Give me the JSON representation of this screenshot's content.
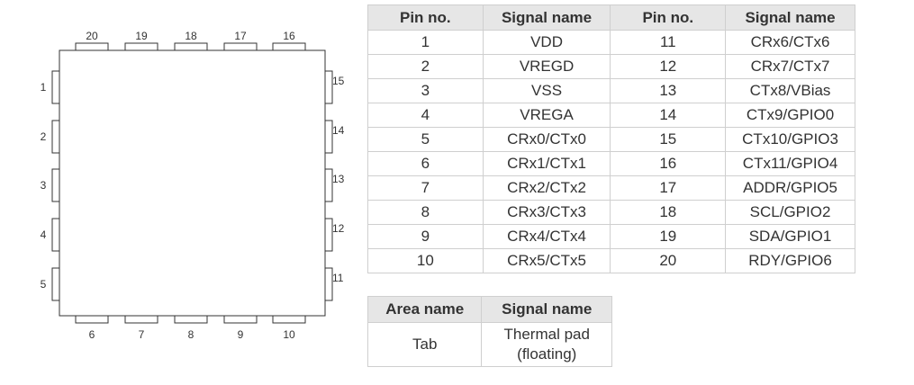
{
  "diagram": {
    "top_pins": [
      "20",
      "19",
      "18",
      "17",
      "16"
    ],
    "bottom_pins": [
      "6",
      "7",
      "8",
      "9",
      "10"
    ],
    "left_pins": [
      "1",
      "2",
      "3",
      "4",
      "5"
    ],
    "right_pins": [
      "15",
      "14",
      "13",
      "12",
      "11"
    ]
  },
  "pin_table": {
    "headers": [
      "Pin no.",
      "Signal name",
      "Pin no.",
      "Signal name"
    ],
    "rows": [
      [
        "1",
        "VDD",
        "11",
        "CRx6/CTx6"
      ],
      [
        "2",
        "VREGD",
        "12",
        "CRx7/CTx7"
      ],
      [
        "3",
        "VSS",
        "13",
        "CTx8/VBias"
      ],
      [
        "4",
        "VREGA",
        "14",
        "CTx9/GPIO0"
      ],
      [
        "5",
        "CRx0/CTx0",
        "15",
        "CTx10/GPIO3"
      ],
      [
        "6",
        "CRx1/CTx1",
        "16",
        "CTx11/GPIO4"
      ],
      [
        "7",
        "CRx2/CTx2",
        "17",
        "ADDR/GPIO5"
      ],
      [
        "8",
        "CRx3/CTx3",
        "18",
        "SCL/GPIO2"
      ],
      [
        "9",
        "CRx4/CTx4",
        "19",
        "SDA/GPIO1"
      ],
      [
        "10",
        "CRx5/CTx5",
        "20",
        "RDY/GPIO6"
      ]
    ]
  },
  "area_table": {
    "headers": [
      "Area name",
      "Signal name"
    ],
    "rows": [
      [
        "Tab",
        "Thermal pad (floating)"
      ]
    ]
  }
}
